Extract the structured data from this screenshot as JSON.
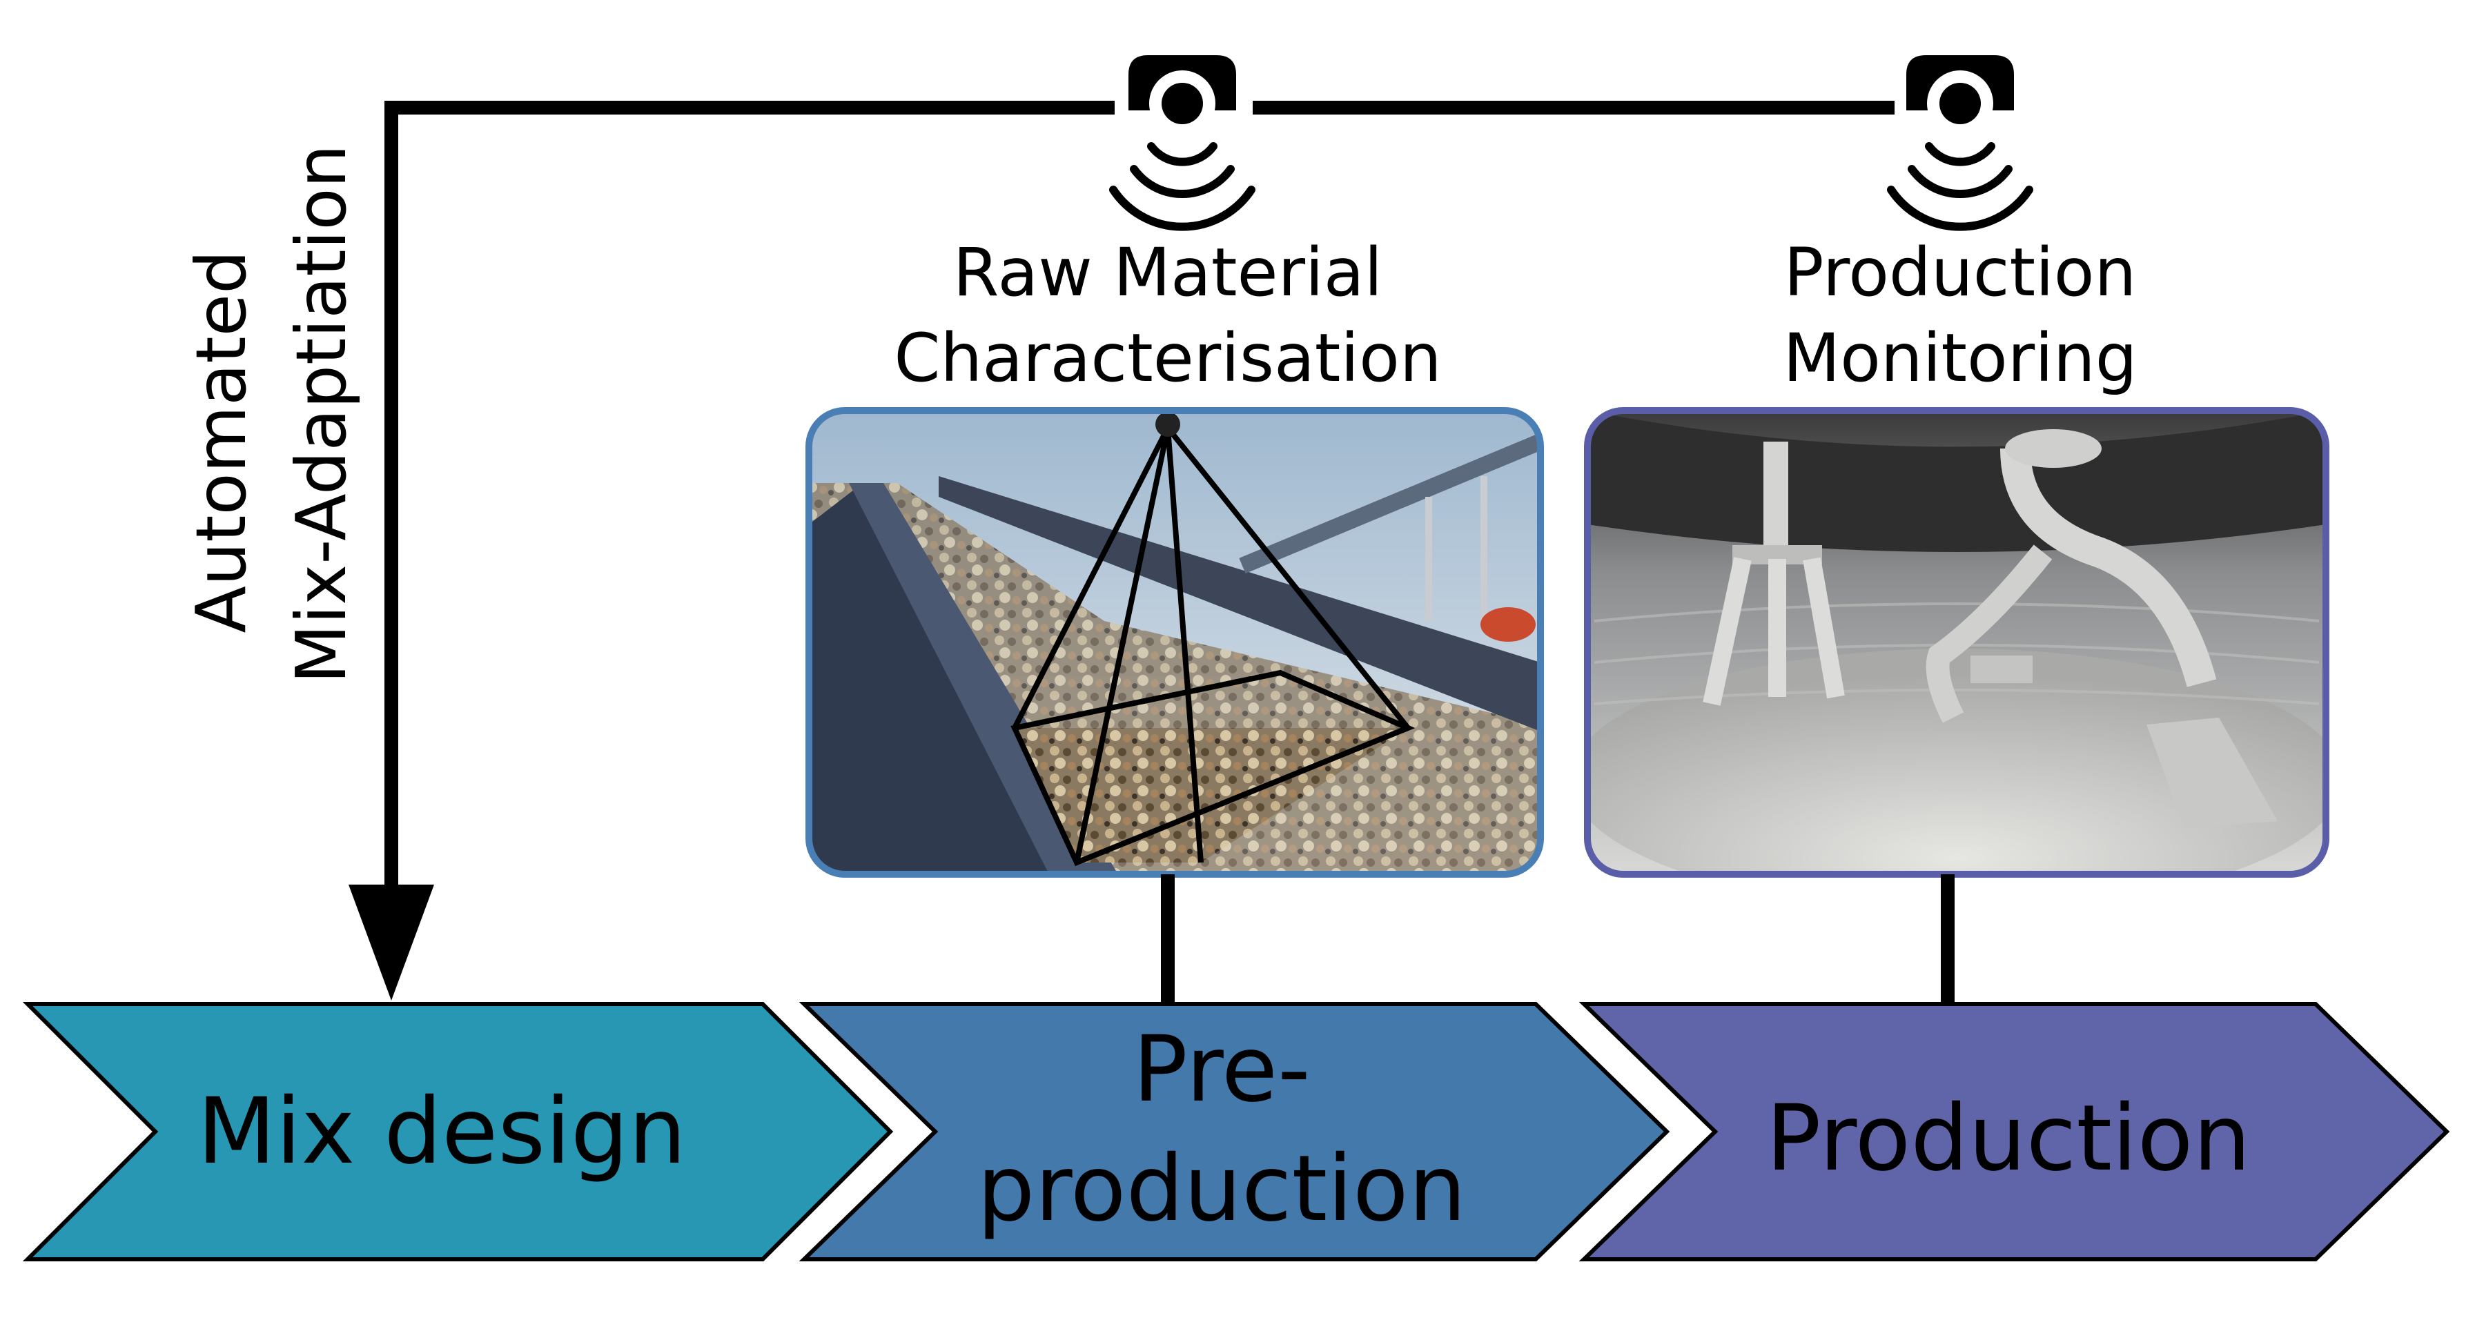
{
  "feedback": {
    "label_lines": [
      "Automated",
      "Mix-Adaptiation"
    ]
  },
  "sensors": [
    {
      "label_lines": [
        "Raw Material",
        "Characterisation"
      ],
      "image": "conveyor-belt-gravel-photo"
    },
    {
      "label_lines": [
        "Production",
        "Monitoring"
      ],
      "image": "concrete-mixer-interior-photo"
    }
  ],
  "stages": [
    {
      "label_lines": [
        "Mix design"
      ],
      "color": "#2797b3"
    },
    {
      "label_lines": [
        "Pre-",
        "production"
      ],
      "color": "#4479ab"
    },
    {
      "label_lines": [
        "Production"
      ],
      "color": "#6064a8"
    }
  ],
  "colors": {
    "line": "#000000",
    "photo1_border": "#4a7fb5",
    "photo2_border": "#5a5ea8"
  }
}
